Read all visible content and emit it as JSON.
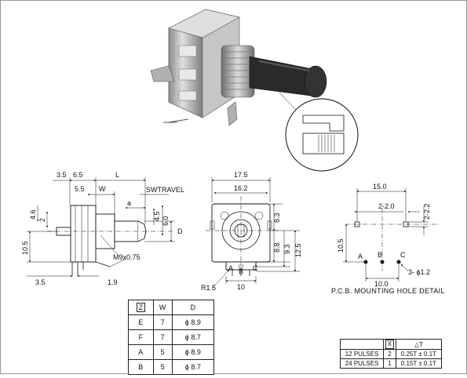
{
  "left_view": {
    "dims": {
      "d3_5_top": "3.5",
      "d6_5": "6.5",
      "L": "L",
      "d5_5": "5.5",
      "W": "W",
      "swtravel": "SWTRAVEL",
      "a": "a",
      "d4_5": "4.5",
      "d6_0": "6.0",
      "D": "D",
      "d4_6": "4.6",
      "d2": "2",
      "d10_5": "10.5",
      "thread": "M9x0.75",
      "d3_5_bot": "3.5",
      "d1_9": "1.9"
    }
  },
  "front_view": {
    "dims": {
      "d17_5": "17.5",
      "d16_2": "16.2",
      "d8_3": "8.3",
      "d8_8": "8.8",
      "d9_3": "9.3",
      "d12_5": "12.5",
      "A": "A",
      "B": "B",
      "C": "C",
      "R1_5": "R1.5",
      "d10": "10"
    }
  },
  "pcb_detail": {
    "title": "P.C.B. MOUNTING HOLE DETAIL",
    "dims": {
      "d15_0": "15.0",
      "d2_2_0": "2-2.0",
      "d2_2_2": "2-2.2",
      "d10_5": "10.5",
      "A": "A",
      "B": "B",
      "C": "C",
      "d10_0": "10.0",
      "holes": "3- ϕ1.2"
    }
  },
  "shaft_table": {
    "headers": [
      "Z",
      "W",
      "D"
    ],
    "rows": [
      [
        "E",
        "7",
        "ϕ 8.9"
      ],
      [
        "F",
        "7",
        "ϕ 8.7"
      ],
      [
        "A",
        "5",
        "ϕ 8.9"
      ],
      [
        "B",
        "5",
        "ϕ 8.7"
      ]
    ]
  },
  "pulse_table": {
    "headers": [
      "",
      "X",
      "△T"
    ],
    "rows": [
      [
        "12 PULSES",
        "2",
        "0.25T ± 0.1T"
      ],
      [
        "24 PULSES",
        "1",
        "0.15T ± 0.1T"
      ]
    ]
  },
  "colors": {
    "photo_body": "#b9b9b9",
    "photo_shaft": "#2a2a2a",
    "frame": "#999999"
  }
}
